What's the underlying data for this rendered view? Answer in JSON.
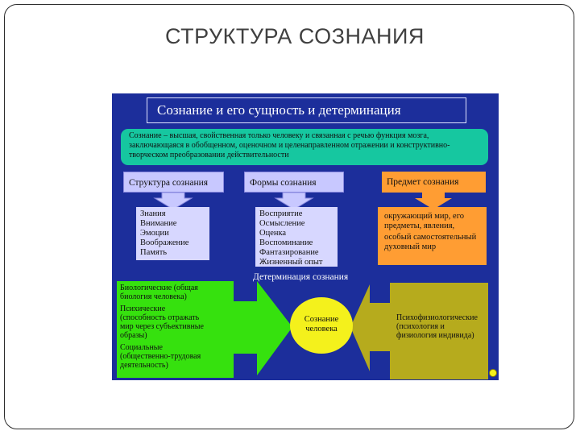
{
  "slide": {
    "title": "СТРУКТУРА СОЗНАНИЯ"
  },
  "diagram": {
    "header": "Сознание и его сущность и детерминация",
    "definition": "Сознание – высшая, свойственная только человеку и связанная с речью функция мозга, заключающаяся в обобщенном, оценочном и целенаправленном отражении и конструктивно-творческом преобразовании действительности",
    "structure": {
      "label": "Структура сознания",
      "items": [
        "Знания",
        "Внимание",
        "Эмоции",
        "Воображение",
        "Память"
      ]
    },
    "forms": {
      "label": "Формы сознания",
      "items": [
        "Восприятие",
        "Осмысление",
        "Оценка",
        "Воспоминание",
        "Фантазирование",
        "Жизненный опыт"
      ]
    },
    "subject": {
      "label": "Предмет сознания",
      "items": [
        "окружающий мир, его предметы, явления,",
        "особый самостоятельный духовный мир"
      ]
    },
    "determination_label": "Детерминация сознания",
    "left_factors": [
      "Биологические (общая биология человека)",
      "Психические (способность отражать мир через субъективные образы)",
      "Социальные (общественно-трудовая деятельность)"
    ],
    "right_factors": "Психофизиологические (психология и физиология индивида)",
    "center": "Сознание человека"
  },
  "colors": {
    "panel": "#1c2e9b",
    "definition": "#16c7a0",
    "lavender": "#c8c8ff",
    "orange": "#ff9d33",
    "green": "#36e10e",
    "olive": "#b6ab1d",
    "yellow": "#f4f11c"
  }
}
